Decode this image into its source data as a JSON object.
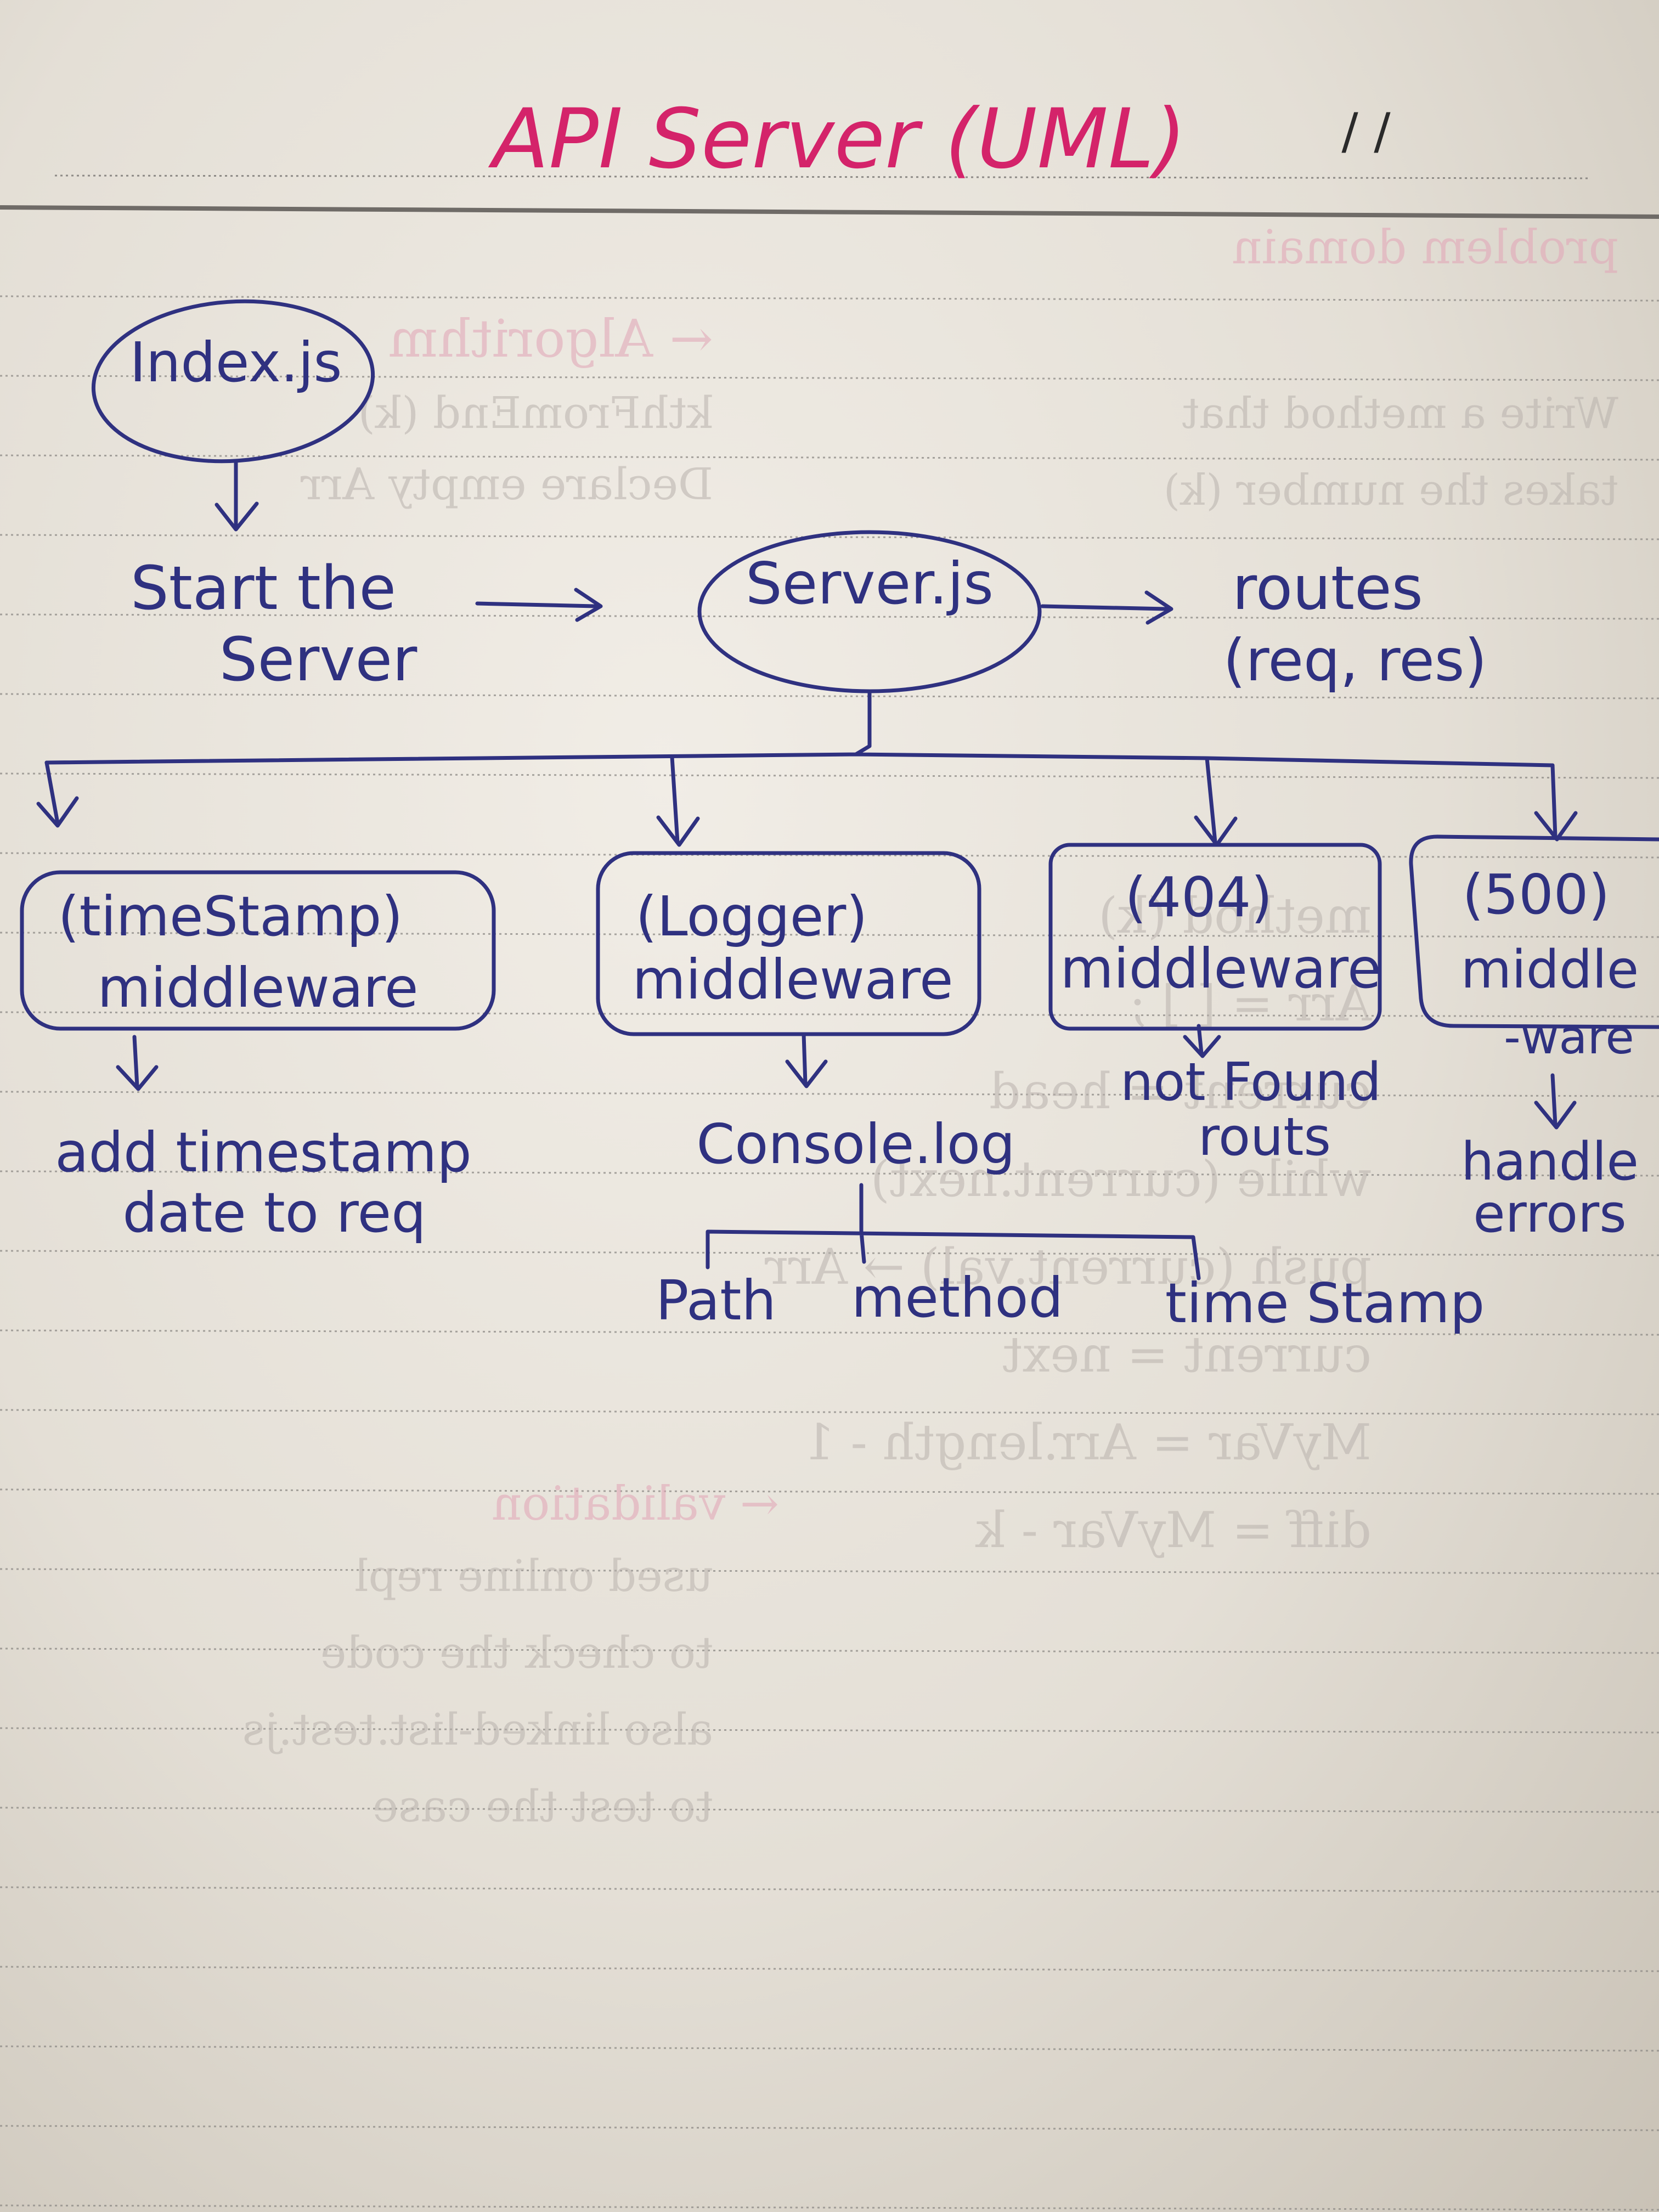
{
  "title": "API Server (UML)",
  "date_marks": "/   /",
  "nodes": {
    "index": "Index.js",
    "start_line1": "Start the",
    "start_line2": "Server",
    "server": "Server.js",
    "routes_line1": "routes",
    "routes_line2": "(req, res)",
    "timestamp_line1": "(timeStamp)",
    "timestamp_line2": "middleware",
    "logger_line1": "(Logger)",
    "logger_line2": "middleware",
    "notfound_line1": "(404)",
    "notfound_line2": "middleware",
    "error_line1": "(500)",
    "error_line2": "middle",
    "error_line3": "-ware"
  },
  "outputs": {
    "timestamp_line1": "add timestamp",
    "timestamp_line2": "date to req",
    "logger": "Console.log",
    "notfound_line1": "not Found",
    "notfound_line2": "routs",
    "error_line1": "handle",
    "error_line2": "errors"
  },
  "log_fields": [
    "Path",
    "method",
    "time Stamp"
  ],
  "colors": {
    "ink": "#2f3180",
    "title": "#d4236a",
    "paper": "#e9e5de",
    "rule": "#8d8a86"
  }
}
